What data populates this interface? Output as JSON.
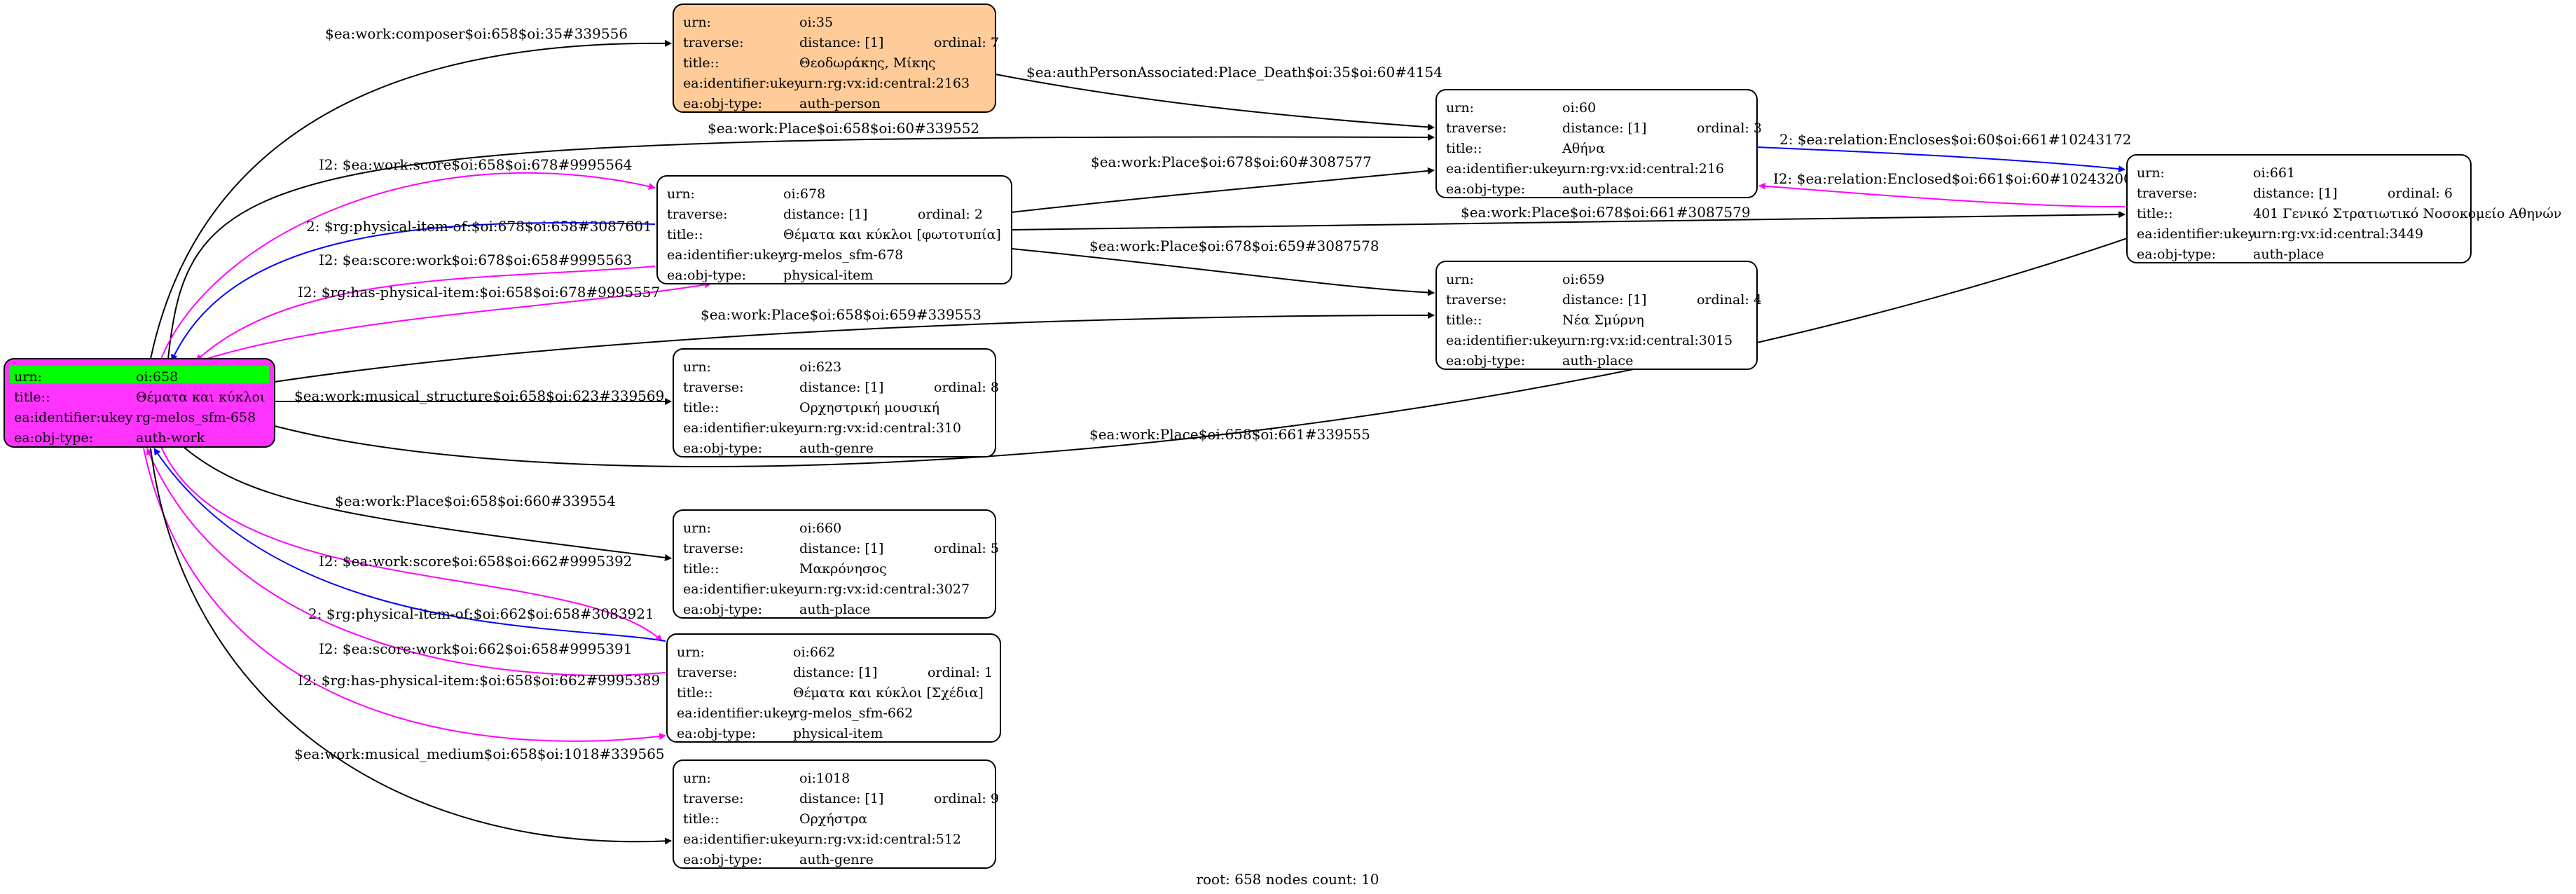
{
  "nodes": [
    {
      "id": "root",
      "fill": "#ff33ff",
      "root": true,
      "rows": [
        [
          "urn:",
          "oi:658"
        ],
        [
          "title::",
          "Θέματα και κύκλοι"
        ],
        [
          "ea:identifier:ukey",
          "rg-melos_sfm-658"
        ],
        [
          "ea:obj-type:",
          "auth-work"
        ]
      ]
    },
    {
      "id": "oi35",
      "fill": "#ffcc99",
      "rows": [
        [
          "urn:",
          "oi:35"
        ],
        [
          "traverse:",
          "distance: [1]",
          "ordinal: 7"
        ],
        [
          "title::",
          "Θεοδωράκης, Μίκης"
        ],
        [
          "ea:identifier:ukey",
          "urn:rg:vx:id:central:2163"
        ],
        [
          "ea:obj-type:",
          "auth-person"
        ]
      ]
    },
    {
      "id": "oi678",
      "fill": "#ffffff",
      "rows": [
        [
          "urn:",
          "oi:678"
        ],
        [
          "traverse:",
          "distance: [1]",
          "ordinal: 2"
        ],
        [
          "title::",
          "Θέματα και κύκλοι [φωτοτυπία]"
        ],
        [
          "ea:identifier:ukey",
          "rg-melos_sfm-678"
        ],
        [
          "ea:obj-type:",
          "physical-item"
        ]
      ]
    },
    {
      "id": "oi623",
      "fill": "#ffffff",
      "rows": [
        [
          "urn:",
          "oi:623"
        ],
        [
          "traverse:",
          "distance: [1]",
          "ordinal: 8"
        ],
        [
          "title::",
          "Ορχηστρική μουσική"
        ],
        [
          "ea:identifier:ukey",
          "urn:rg:vx:id:central:310"
        ],
        [
          "ea:obj-type:",
          "auth-genre"
        ]
      ]
    },
    {
      "id": "oi660",
      "fill": "#ffffff",
      "rows": [
        [
          "urn:",
          "oi:660"
        ],
        [
          "traverse:",
          "distance: [1]",
          "ordinal: 5"
        ],
        [
          "title::",
          "Μακρόνησος"
        ],
        [
          "ea:identifier:ukey",
          "urn:rg:vx:id:central:3027"
        ],
        [
          "ea:obj-type:",
          "auth-place"
        ]
      ]
    },
    {
      "id": "oi662",
      "fill": "#ffffff",
      "rows": [
        [
          "urn:",
          "oi:662"
        ],
        [
          "traverse:",
          "distance: [1]",
          "ordinal: 1"
        ],
        [
          "title::",
          "Θέματα και κύκλοι [Σχέδια]"
        ],
        [
          "ea:identifier:ukey",
          "rg-melos_sfm-662"
        ],
        [
          "ea:obj-type:",
          "physical-item"
        ]
      ]
    },
    {
      "id": "oi1018",
      "fill": "#ffffff",
      "rows": [
        [
          "urn:",
          "oi:1018"
        ],
        [
          "traverse:",
          "distance: [1]",
          "ordinal: 9"
        ],
        [
          "title::",
          "Ορχήστρα"
        ],
        [
          "ea:identifier:ukey",
          "urn:rg:vx:id:central:512"
        ],
        [
          "ea:obj-type:",
          "auth-genre"
        ]
      ]
    },
    {
      "id": "oi60",
      "fill": "#ffffff",
      "rows": [
        [
          "urn:",
          "oi:60"
        ],
        [
          "traverse:",
          "distance: [1]",
          "ordinal: 3"
        ],
        [
          "title::",
          "Αθήνα"
        ],
        [
          "ea:identifier:ukey",
          "urn:rg:vx:id:central:216"
        ],
        [
          "ea:obj-type:",
          "auth-place"
        ]
      ]
    },
    {
      "id": "oi659",
      "fill": "#ffffff",
      "rows": [
        [
          "urn:",
          "oi:659"
        ],
        [
          "traverse:",
          "distance: [1]",
          "ordinal: 4"
        ],
        [
          "title::",
          "Νέα Σμύρνη"
        ],
        [
          "ea:identifier:ukey",
          "urn:rg:vx:id:central:3015"
        ],
        [
          "ea:obj-type:",
          "auth-place"
        ]
      ]
    },
    {
      "id": "oi661",
      "fill": "#ffffff",
      "rows": [
        [
          "urn:",
          "oi:661"
        ],
        [
          "traverse:",
          "distance: [1]",
          "ordinal: 6"
        ],
        [
          "title::",
          "401 Γενικό Στρατιωτικό Νοσοκομείο Αθηνών"
        ],
        [
          "ea:identifier:ukey",
          "urn:rg:vx:id:central:3449"
        ],
        [
          "ea:obj-type:",
          "auth-place"
        ]
      ]
    }
  ],
  "edges": [
    {
      "color": "#000000",
      "label": "$ea:work:composer$oi:658$oi:35#339556"
    },
    {
      "color": "#000000",
      "label": "$ea:work:Place$oi:658$oi:60#339552"
    },
    {
      "color": "#ff00ff",
      "label": "I2: $ea:work:score$oi:658$oi:678#9995564"
    },
    {
      "color": "#0000ff",
      "label": "2: $rg:physical-item-of:$oi:678$oi:658#3087601"
    },
    {
      "color": "#ff00ff",
      "label": "I2: $ea:score:work$oi:678$oi:658#9995563"
    },
    {
      "color": "#ff00ff",
      "label": "I2: $rg:has-physical-item:$oi:658$oi:678#9995557"
    },
    {
      "color": "#000000",
      "label": "$ea:work:Place$oi:658$oi:659#339553"
    },
    {
      "color": "#000000",
      "label": "$ea:work:musical_structure$oi:658$oi:623#339569"
    },
    {
      "color": "#000000",
      "label": "$ea:work:Place$oi:658$oi:661#339555"
    },
    {
      "color": "#000000",
      "label": "$ea:work:Place$oi:658$oi:660#339554"
    },
    {
      "color": "#ff00ff",
      "label": "I2: $ea:work:score$oi:658$oi:662#9995392"
    },
    {
      "color": "#0000ff",
      "label": "2: $rg:physical-item-of:$oi:662$oi:658#3083921"
    },
    {
      "color": "#ff00ff",
      "label": "I2: $ea:score:work$oi:662$oi:658#9995391"
    },
    {
      "color": "#ff00ff",
      "label": "I2: $rg:has-physical-item:$oi:658$oi:662#9995389"
    },
    {
      "color": "#000000",
      "label": "$ea:work:musical_medium$oi:658$oi:1018#339565"
    },
    {
      "color": "#000000",
      "label": "$ea:authPersonAssociated:Place_Death$oi:35$oi:60#4154"
    },
    {
      "color": "#000000",
      "label": "$ea:work:Place$oi:678$oi:60#3087577"
    },
    {
      "color": "#000000",
      "label": "$ea:work:Place$oi:678$oi:661#3087579"
    },
    {
      "color": "#000000",
      "label": "$ea:work:Place$oi:678$oi:659#3087578"
    },
    {
      "color": "#0000ff",
      "label": "2: $ea:relation:Encloses$oi:60$oi:661#10243172"
    },
    {
      "color": "#ff00ff",
      "label": "I2: $ea:relation:Enclosed$oi:661$oi:60#10243200"
    }
  ],
  "footer": "root: 658 nodes count: 10",
  "colors": {
    "root_highlight": "#00ff00",
    "root_fill": "#ff33ff",
    "person_fill": "#ffcc99",
    "inverse_edge": "#ff00ff",
    "relation_edge": "#0000ff",
    "edge": "#000000"
  }
}
